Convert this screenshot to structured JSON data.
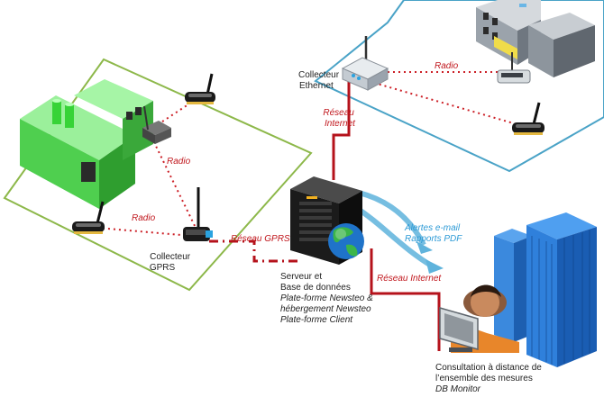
{
  "labels": {
    "collector_gprs": [
      "Collecteur",
      "GPRS"
    ],
    "collector_ethernet": [
      "Collecteur",
      "Ethernet"
    ],
    "radio": "Radio",
    "reseau_internet": [
      "Réseau",
      "Internet"
    ],
    "reseau_gprs": "Réseau GPRS",
    "reseau_internet_inline": "Réseau Internet",
    "alerts": [
      "Alertes e-mail",
      "Rapports PDF"
    ],
    "server": [
      "Serveur et",
      "Base de données"
    ],
    "server_platform": [
      "Plate-forme Newsteo &",
      "hébergement Newsteo",
      "Plate-forme Client"
    ],
    "consult": [
      "Consultation à distance de",
      "l’ensemble des mesures"
    ],
    "consult_app": "DB Monitor"
  },
  "colors": {
    "zone_left": "#8db84a",
    "zone_right": "#4aa3c7",
    "link_red": "#b5121b",
    "radio_dots": "#cc1f26",
    "factory_green": "#5fd85f",
    "building_blue": "#2f7fd8",
    "alerts_blue": "#5fb3dc"
  },
  "icons": [
    "factory-icon",
    "sensor-icon",
    "gprs-collector-icon",
    "ethernet-collector-icon",
    "server-rack-icon",
    "globe-icon",
    "office-building-icon",
    "tower-building-icon",
    "user-computer-icon"
  ]
}
